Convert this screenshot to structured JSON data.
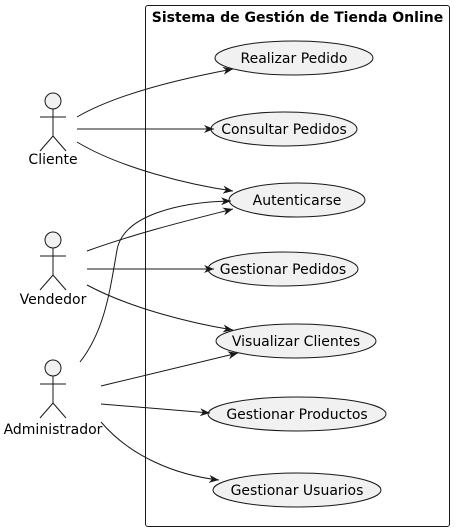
{
  "system": {
    "title": "Sistema de Gestión de Tienda Online"
  },
  "actors": {
    "cliente": "Cliente",
    "vendedor": "Vendedor",
    "administrador": "Administrador"
  },
  "use_cases": {
    "realizar_pedido": "Realizar Pedido",
    "consultar_pedidos": "Consultar Pedidos",
    "autenticarse": "Autenticarse",
    "gestionar_pedidos": "Gestionar Pedidos",
    "visualizar_clientes": "Visualizar Clientes",
    "gestionar_productos": "Gestionar Productos",
    "gestionar_usuarios": "Gestionar Usuarios"
  },
  "colors": {
    "usecase_fill": "#f1f1f1",
    "stroke": "#181818"
  }
}
